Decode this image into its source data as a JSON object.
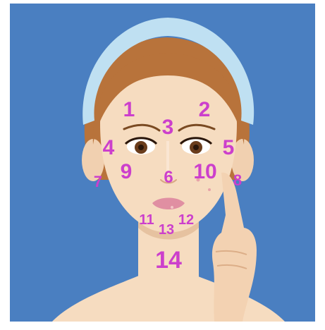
{
  "colors": {
    "background": "#4a7fc1",
    "headband": "#bfe0f2",
    "hair": "#b8733b",
    "skin": "#f6dcc0",
    "skin_shadow": "#e6c2a0",
    "lips": "#e08fa2",
    "label": "#cc3fcc"
  },
  "icons": {
    "face": "woman-face-illustration",
    "hand": "pointing-hand"
  },
  "zones": [
    {
      "id": "1",
      "label": "1"
    },
    {
      "id": "2",
      "label": "2"
    },
    {
      "id": "3",
      "label": "3"
    },
    {
      "id": "4",
      "label": "4"
    },
    {
      "id": "5",
      "label": "5"
    },
    {
      "id": "6",
      "label": "6"
    },
    {
      "id": "7",
      "label": "7"
    },
    {
      "id": "8",
      "label": "8"
    },
    {
      "id": "9",
      "label": "9"
    },
    {
      "id": "10",
      "label": "10"
    },
    {
      "id": "11",
      "label": "11"
    },
    {
      "id": "12",
      "label": "12"
    },
    {
      "id": "13",
      "label": "13"
    },
    {
      "id": "14",
      "label": "14"
    }
  ]
}
